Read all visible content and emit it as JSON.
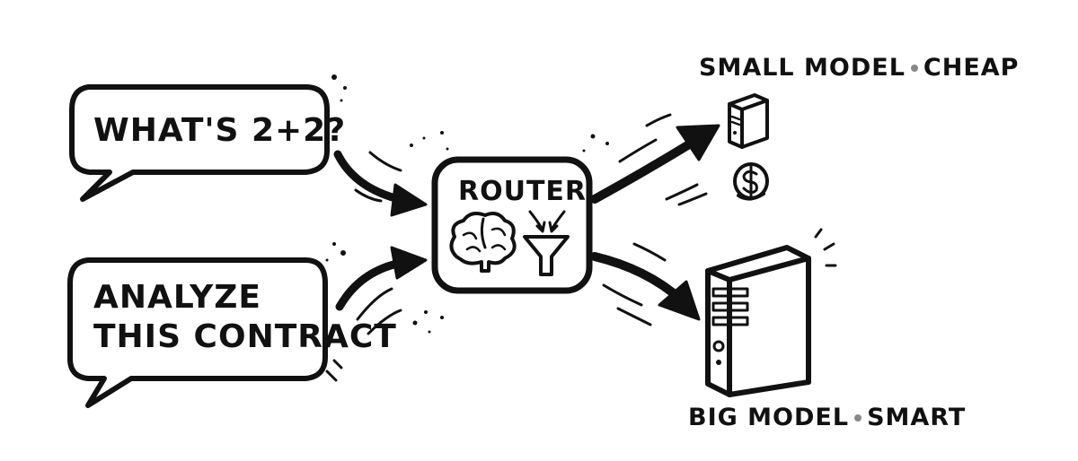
{
  "bubbles": [
    {
      "lines": [
        "WHAT'S 2+2?"
      ]
    },
    {
      "lines": [
        "ANALYZE",
        "THIS CONTRACT"
      ]
    }
  ],
  "router": {
    "label": "ROUTER",
    "icons": [
      "brain-icon",
      "funnel-icon"
    ]
  },
  "models": {
    "small": {
      "name": "SMALL MODEL",
      "trait": "CHEAP",
      "icons": [
        "small-server-icon",
        "coin-icon"
      ]
    },
    "big": {
      "name": "BIG MODEL",
      "trait": "SMART",
      "icons": [
        "big-server-icon"
      ]
    }
  },
  "colors": {
    "ink": "#111111",
    "separator": "#888888",
    "background": "#ffffff"
  }
}
